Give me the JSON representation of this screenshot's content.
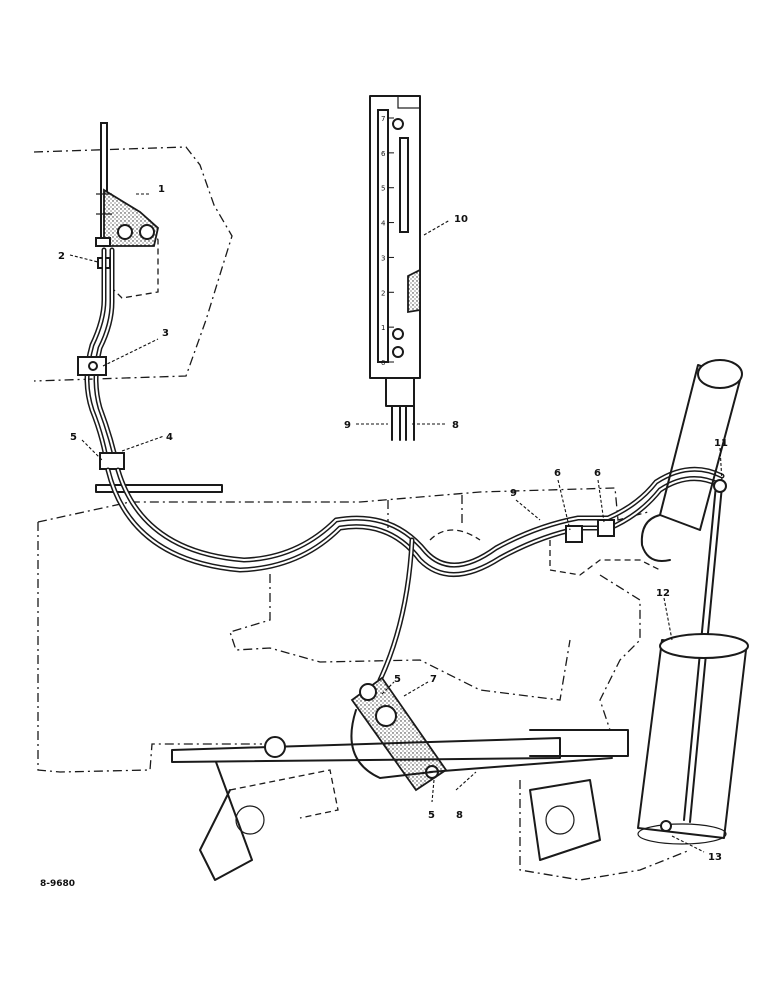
{
  "drawing_code": "8-9680",
  "callouts": [
    {
      "id": "c1",
      "label": "1"
    },
    {
      "id": "c2",
      "label": "2"
    },
    {
      "id": "c3",
      "label": "3"
    },
    {
      "id": "c4",
      "label": "4"
    },
    {
      "id": "c5a",
      "label": "5"
    },
    {
      "id": "c5b",
      "label": "5"
    },
    {
      "id": "c5c",
      "label": "5"
    },
    {
      "id": "c6a",
      "label": "6"
    },
    {
      "id": "c6b",
      "label": "6"
    },
    {
      "id": "c7",
      "label": "7"
    },
    {
      "id": "c8a",
      "label": "8"
    },
    {
      "id": "c8b",
      "label": "8"
    },
    {
      "id": "c9a",
      "label": "9"
    },
    {
      "id": "c9b",
      "label": "9"
    },
    {
      "id": "c10",
      "label": "10"
    },
    {
      "id": "c11",
      "label": "11"
    },
    {
      "id": "c12",
      "label": "12"
    },
    {
      "id": "c13",
      "label": "13"
    }
  ],
  "gauge_scale": [
    "0",
    "1",
    "2",
    "3",
    "4",
    "5",
    "6",
    "7"
  ]
}
